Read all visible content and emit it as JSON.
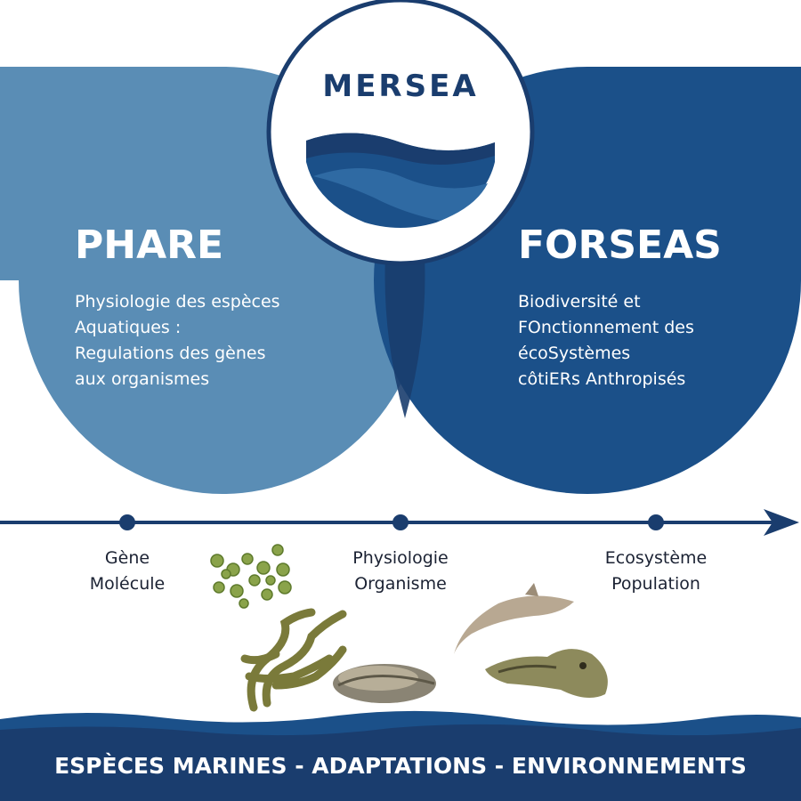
{
  "logo": {
    "name": "MERSEA"
  },
  "left_team": {
    "title": "PHARE",
    "lines": [
      "Physiologie des espèces",
      "Aquatiques :",
      "Regulations des gènes",
      "aux organismes"
    ]
  },
  "right_team": {
    "title": "FORSEAS",
    "lines": [
      "Biodiversité et",
      "FOnctionnement des",
      "écoSystèmes",
      "côtiERs Anthropisés"
    ]
  },
  "timeline": {
    "points": [
      {
        "line1": "Gène",
        "line2": "Molécule"
      },
      {
        "line1": "Physiologie",
        "line2": "Organisme"
      },
      {
        "line1": "Ecosystème",
        "line2": "Population"
      }
    ]
  },
  "footer": {
    "tagline": "ESPÈCES MARINES - ADAPTATIONS - ENVIRONNEMENTS"
  },
  "colors": {
    "light_circle": "#5a8db5",
    "dark_circle": "#1b5089",
    "overlap": "#1a3d6e",
    "timeline": "#1a3d6e",
    "footer_wave": "#1a3d6e"
  }
}
